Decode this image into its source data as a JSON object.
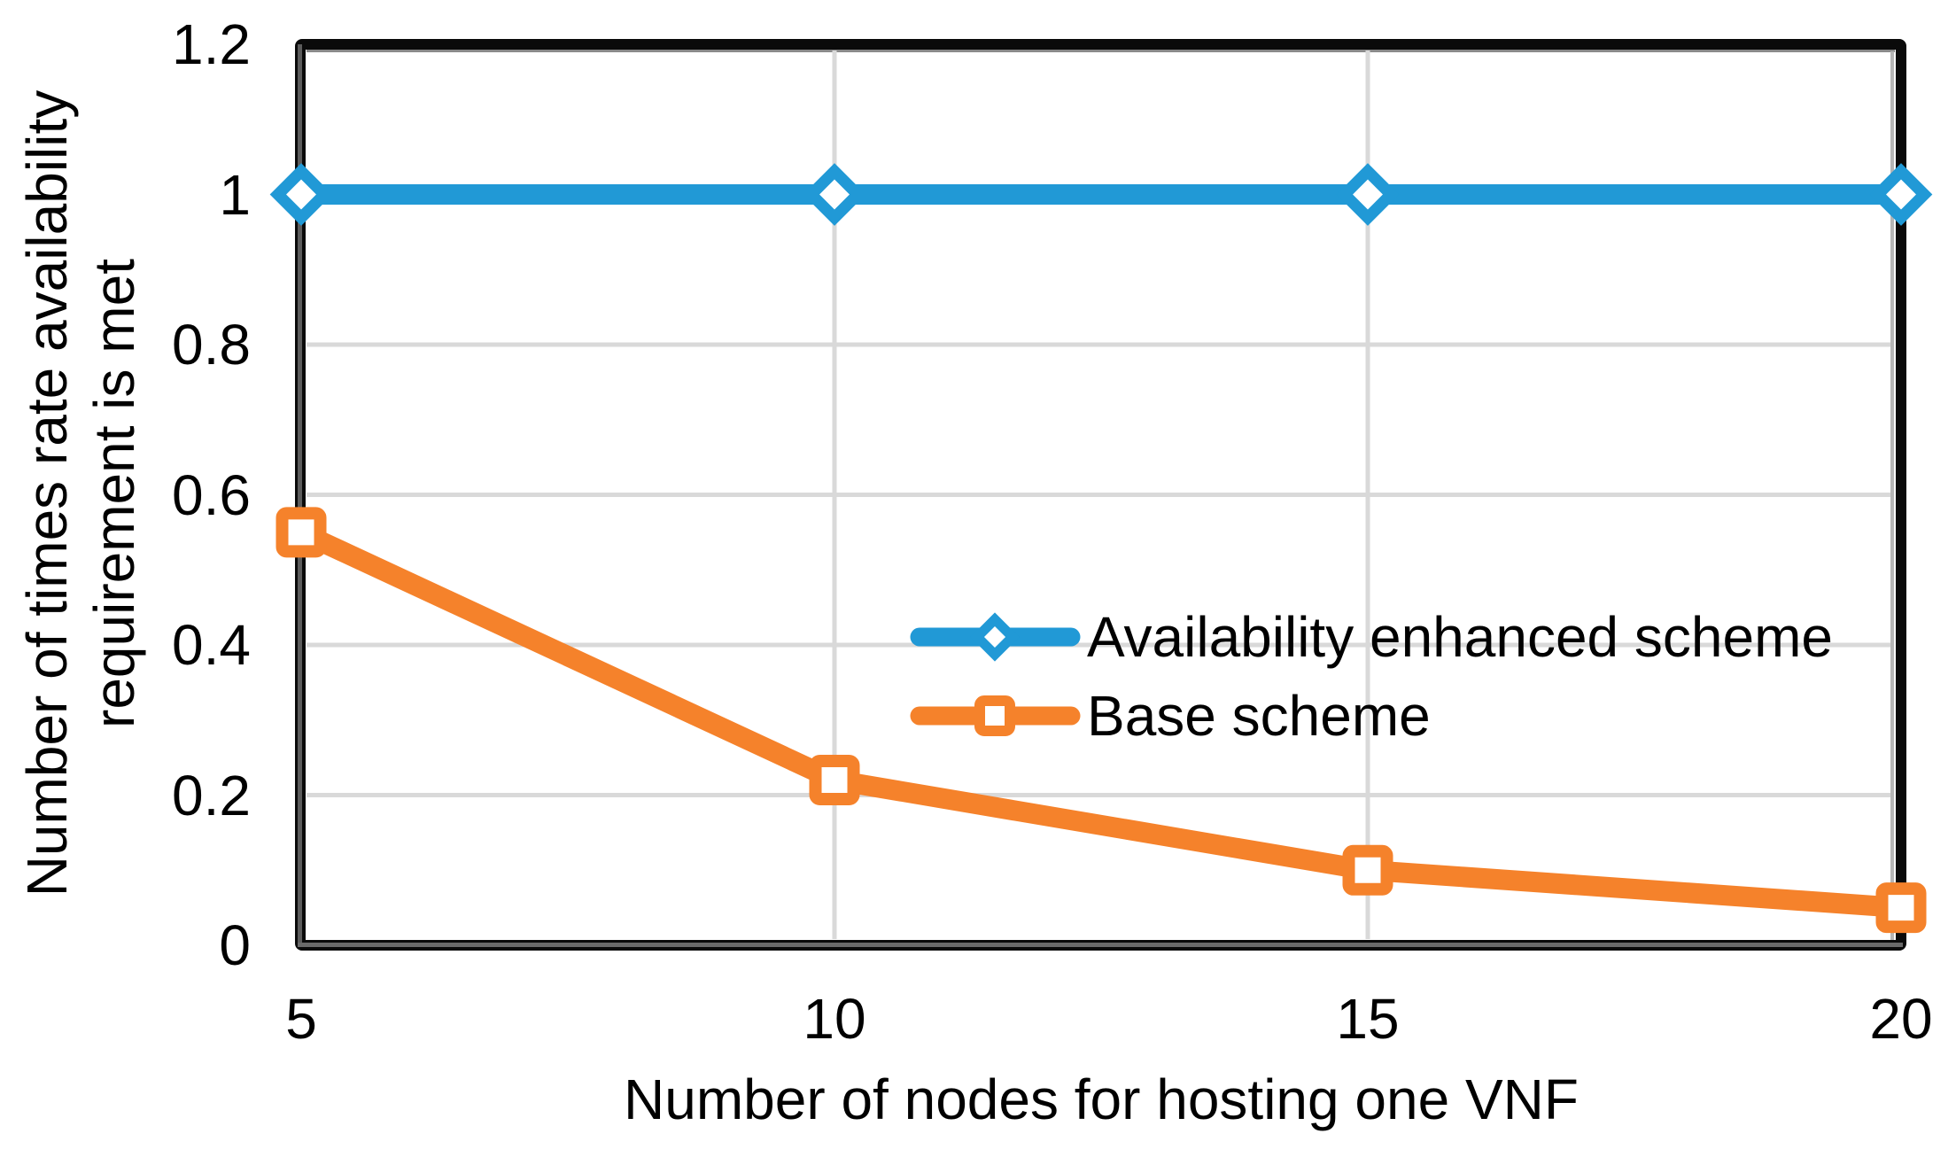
{
  "chart_data": {
    "type": "line",
    "x": [
      5,
      10,
      15,
      20
    ],
    "series": [
      {
        "name": "Availability enhanced scheme",
        "color": "#2199D6",
        "marker": "diamond",
        "values": [
          1,
          1,
          1,
          1
        ]
      },
      {
        "name": "Base scheme",
        "color": "#F5822B",
        "marker": "square",
        "values": [
          0.55,
          0.22,
          0.1,
          0.05
        ]
      }
    ],
    "title": "",
    "xlabel": "Number of nodes for hosting one VNF",
    "ylabel": "Number of times rate availability requirement is met",
    "ylabel_lines": [
      "Number of times rate availability",
      "requirement is met"
    ],
    "xlim": [
      5,
      20
    ],
    "ylim": [
      0,
      1.2
    ],
    "xticks": [
      {
        "label": "5",
        "value": 5
      },
      {
        "label": "10",
        "value": 10
      },
      {
        "label": "15",
        "value": 15
      },
      {
        "label": "20",
        "value": 20
      }
    ],
    "yticks": [
      {
        "label": "0",
        "value": 0
      },
      {
        "label": "0.2",
        "value": 0.2
      },
      {
        "label": "0.4",
        "value": 0.4
      },
      {
        "label": "0.6",
        "value": 0.6
      },
      {
        "label": "0.8",
        "value": 0.8
      },
      {
        "label": "1",
        "value": 1
      },
      {
        "label": "1.2",
        "value": 1.2
      }
    ],
    "grid": true,
    "gridline_color": "#D9D9D9",
    "frame_color": "#0a0a0a",
    "text_color": "#000000",
    "background_color": "#FFFFFF",
    "legend_position": "inside-center-right"
  }
}
